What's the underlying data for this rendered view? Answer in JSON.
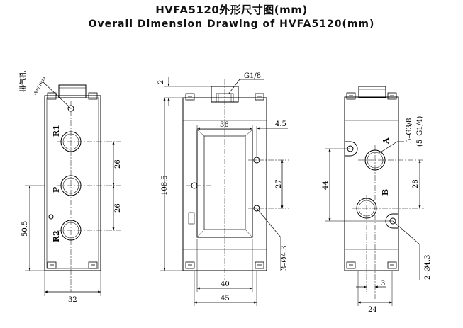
{
  "title": {
    "cn": "HVFA5120外形尺寸图(mm)",
    "en": "Overall Dimension Drawing of HVFA5120(mm)"
  },
  "left_view": {
    "vent_cn": "排气孔",
    "vent_en": "Vent Hole",
    "port_r1": "R1",
    "port_p": "P",
    "port_r2": "R2",
    "dim_26a": "26",
    "dim_26b": "26",
    "dim_50_5": "50.5",
    "dim_32": "32"
  },
  "middle_view": {
    "dim_2": "2",
    "thread_g18": "G1/8",
    "dim_36": "36",
    "dim_4_5": "4.5",
    "dim_108_5": "108.5",
    "dim_27": "27",
    "holes": "3–Ø4.3",
    "dim_40": "40",
    "dim_45": "45"
  },
  "right_view": {
    "port_a": "A",
    "port_b": "B",
    "thread_g38": "5–G3/8",
    "thread_g14": "(5–G1/4)",
    "dim_44": "44",
    "dim_28": "28",
    "holes": "2–Ø4.3",
    "dim_3": "3",
    "dim_24": "24"
  }
}
